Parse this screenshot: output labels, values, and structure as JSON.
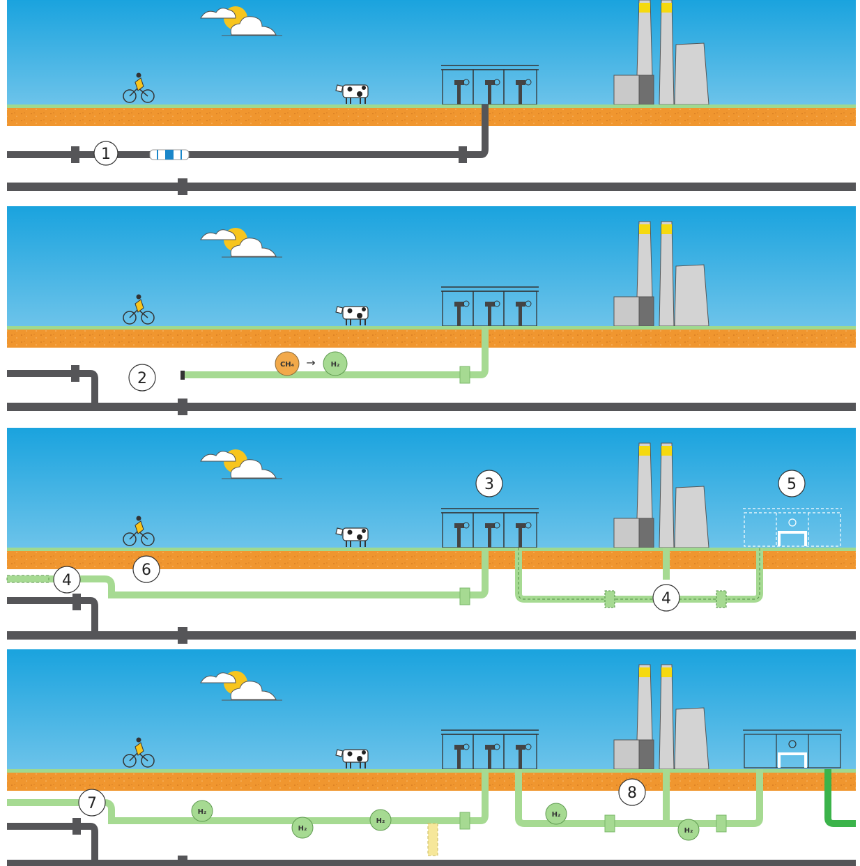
{
  "colors": {
    "sky_top": "#1aa3de",
    "sky_bottom": "#6cc3ea",
    "soil": "#f0962f",
    "grass": "#9fd98f",
    "pipe_gray": "#555558",
    "pipe_green": "#a6da92",
    "pipe_green_dark": "#3bb34a",
    "sun": "#f7c51e",
    "ch4": "#f2a94a",
    "h2": "#a6da92",
    "chimney_band": "#f5d90f",
    "yellow_pipe": "#f6e79a"
  },
  "scenes": [
    {
      "id": "scene-1",
      "markers": [
        {
          "label": "1"
        }
      ],
      "chemicals": []
    },
    {
      "id": "scene-2",
      "markers": [
        {
          "label": "2"
        }
      ],
      "chemicals": [
        {
          "label": "CH₄",
          "kind": "ch4"
        },
        {
          "label": "→",
          "kind": "arrow"
        },
        {
          "label": "H₂",
          "kind": "h2"
        }
      ]
    },
    {
      "id": "scene-3",
      "markers": [
        {
          "label": "3"
        },
        {
          "label": "5"
        },
        {
          "label": "6"
        },
        {
          "label": "4"
        },
        {
          "label": "4"
        }
      ],
      "chemicals": []
    },
    {
      "id": "scene-4",
      "markers": [
        {
          "label": "7"
        },
        {
          "label": "8"
        }
      ],
      "chemicals": [
        {
          "label": "H₂",
          "kind": "h2"
        },
        {
          "label": "H₂",
          "kind": "h2"
        },
        {
          "label": "H₂",
          "kind": "h2"
        },
        {
          "label": "H₂",
          "kind": "h2"
        },
        {
          "label": "H₂",
          "kind": "h2"
        }
      ]
    }
  ]
}
